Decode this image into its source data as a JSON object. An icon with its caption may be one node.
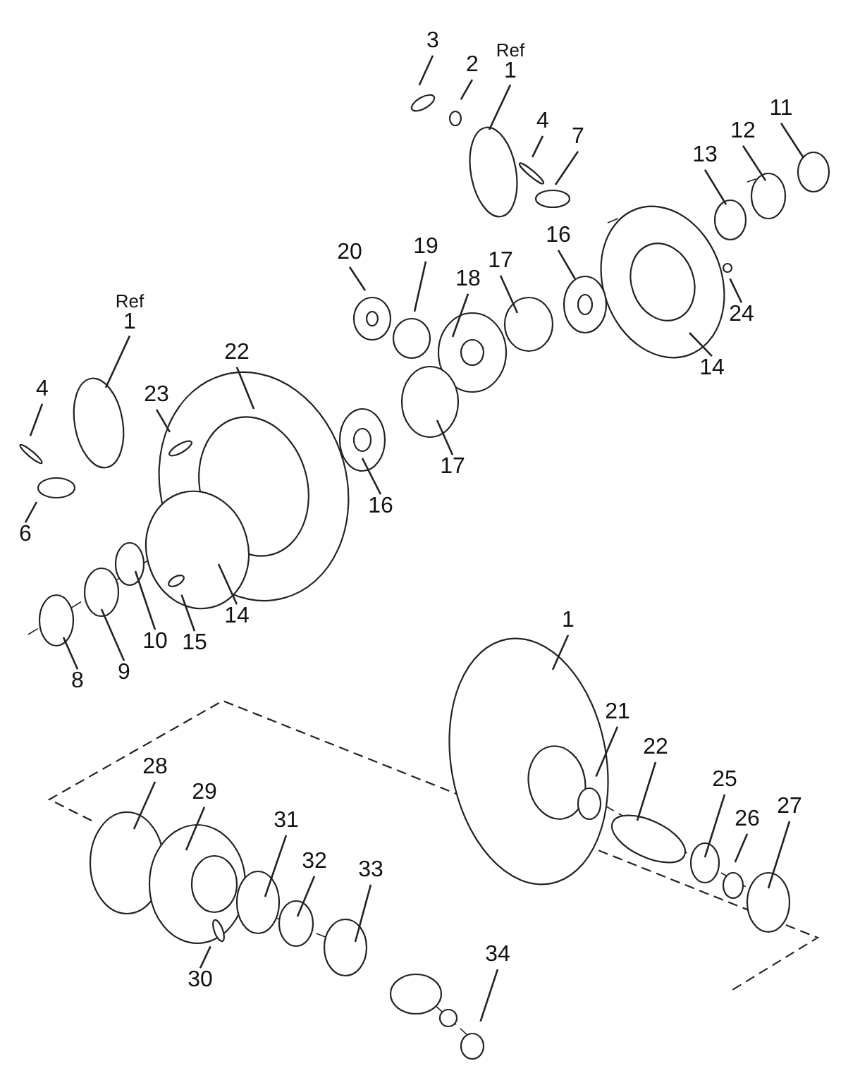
{
  "diagram": {
    "nodes": [
      {
        "text": [
          "Ref",
          "1"
        ]
      },
      {
        "text": [
          "3"
        ]
      },
      {
        "text": [
          "2"
        ]
      },
      {
        "text": [
          "4"
        ]
      },
      {
        "text": [
          "7"
        ]
      },
      {
        "text": [
          "11"
        ]
      },
      {
        "text": [
          "12"
        ]
      },
      {
        "text": [
          "13"
        ]
      },
      {
        "text": [
          "20"
        ]
      },
      {
        "text": [
          "19"
        ]
      },
      {
        "text": [
          "18"
        ]
      },
      {
        "text": [
          "17"
        ]
      },
      {
        "text": [
          "16"
        ]
      },
      {
        "text": [
          "14"
        ]
      },
      {
        "text": [
          "24"
        ]
      },
      {
        "text": [
          "Ref",
          "1"
        ]
      },
      {
        "text": [
          "4"
        ]
      },
      {
        "text": [
          "22"
        ]
      },
      {
        "text": [
          "23"
        ]
      },
      {
        "text": [
          "6"
        ]
      },
      {
        "text": [
          "17"
        ]
      },
      {
        "text": [
          "16"
        ]
      },
      {
        "text": [
          "8"
        ]
      },
      {
        "text": [
          "9"
        ]
      },
      {
        "text": [
          "10"
        ]
      },
      {
        "text": [
          "15"
        ]
      },
      {
        "text": [
          "14"
        ]
      },
      {
        "text": [
          "1"
        ]
      },
      {
        "text": [
          "21"
        ]
      },
      {
        "text": [
          "22"
        ]
      },
      {
        "text": [
          "25"
        ]
      },
      {
        "text": [
          "26"
        ]
      },
      {
        "text": [
          "27"
        ]
      },
      {
        "text": [
          "28"
        ]
      },
      {
        "text": [
          "29"
        ]
      },
      {
        "text": [
          "31"
        ]
      },
      {
        "text": [
          "32"
        ]
      },
      {
        "text": [
          "33"
        ]
      },
      {
        "text": [
          "30"
        ]
      },
      {
        "text": [
          "34"
        ]
      }
    ],
    "edges": [
      {
        "from": 0,
        "to": null,
        "arrow": "none"
      },
      {
        "from": 1,
        "to": null,
        "arrow": "none"
      },
      {
        "from": 2,
        "to": null,
        "arrow": "none"
      },
      {
        "from": 3,
        "to": null,
        "arrow": "none"
      },
      {
        "from": 4,
        "to": null,
        "arrow": "none"
      },
      {
        "from": 5,
        "to": null,
        "arrow": "none"
      },
      {
        "from": 6,
        "to": null,
        "arrow": "none"
      },
      {
        "from": 7,
        "to": null,
        "arrow": "none"
      },
      {
        "from": 8,
        "to": null,
        "arrow": "none"
      },
      {
        "from": 9,
        "to": null,
        "arrow": "none"
      },
      {
        "from": 10,
        "to": null,
        "arrow": "none"
      },
      {
        "from": 11,
        "to": null,
        "arrow": "none"
      },
      {
        "from": 12,
        "to": null,
        "arrow": "none"
      },
      {
        "from": 13,
        "to": null,
        "arrow": "none"
      },
      {
        "from": 14,
        "to": null,
        "arrow": "none"
      },
      {
        "from": 15,
        "to": null,
        "arrow": "none"
      },
      {
        "from": 16,
        "to": null,
        "arrow": "none"
      },
      {
        "from": 17,
        "to": null,
        "arrow": "none"
      },
      {
        "from": 18,
        "to": null,
        "arrow": "none"
      },
      {
        "from": 19,
        "to": null,
        "arrow": "none"
      },
      {
        "from": 20,
        "to": null,
        "arrow": "none"
      },
      {
        "from": 21,
        "to": null,
        "arrow": "none"
      },
      {
        "from": 22,
        "to": null,
        "arrow": "none"
      },
      {
        "from": 23,
        "to": null,
        "arrow": "none"
      },
      {
        "from": 24,
        "to": null,
        "arrow": "none"
      },
      {
        "from": 25,
        "to": null,
        "arrow": "none"
      },
      {
        "from": 26,
        "to": null,
        "arrow": "none"
      },
      {
        "from": 27,
        "to": null,
        "arrow": "none"
      },
      {
        "from": 28,
        "to": null,
        "arrow": "none"
      },
      {
        "from": 29,
        "to": null,
        "arrow": "none"
      },
      {
        "from": 30,
        "to": null,
        "arrow": "none"
      },
      {
        "from": 31,
        "to": null,
        "arrow": "none"
      },
      {
        "from": 32,
        "to": null,
        "arrow": "none"
      },
      {
        "from": 33,
        "to": null,
        "arrow": "none"
      },
      {
        "from": 34,
        "to": null,
        "arrow": "none"
      },
      {
        "from": 35,
        "to": null,
        "arrow": "none"
      },
      {
        "from": 36,
        "to": null,
        "arrow": "none"
      },
      {
        "from": 37,
        "to": null,
        "arrow": "none"
      },
      {
        "from": 38,
        "to": null,
        "arrow": "none"
      },
      {
        "from": 39,
        "to": null,
        "arrow": "none"
      }
    ]
  }
}
